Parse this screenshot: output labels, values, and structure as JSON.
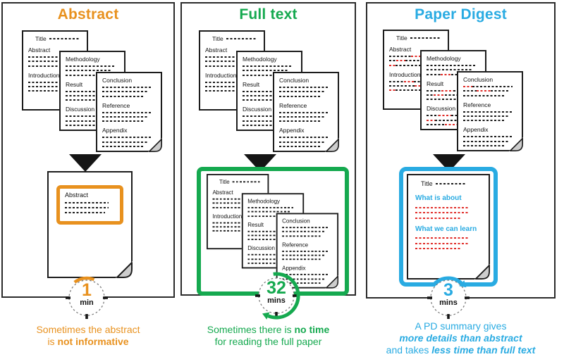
{
  "figure": {
    "columns": [
      {
        "key": "abstract",
        "title": "Abstract",
        "accent": "#E8911E",
        "stack_ref": "plain",
        "timer": {
          "value": "1",
          "unit": "min"
        },
        "result_doc": {
          "type": "abstract_only",
          "box_label": "Abstract",
          "box_lines": [
            "k",
            "k",
            "k"
          ]
        },
        "caption": {
          "lines": [
            [
              {
                "text": "Sometimes the abstract"
              }
            ],
            [
              {
                "text": "is "
              },
              {
                "text": "not informative",
                "bold": true
              }
            ]
          ]
        }
      },
      {
        "key": "fulltext",
        "title": "Full text",
        "accent": "#15A94F",
        "stack_ref": "plain",
        "timer": {
          "value": "32",
          "unit": "mins"
        },
        "result_doc": {
          "type": "full_stack"
        },
        "caption": {
          "lines": [
            [
              {
                "text": "Sometimes there is "
              },
              {
                "text": "no time",
                "bold": true
              }
            ],
            [
              {
                "text": "for reading the full paper"
              }
            ]
          ]
        }
      },
      {
        "key": "paper-digest",
        "title": "Paper Digest",
        "accent": "#29ABE2",
        "stack_ref": "highlight",
        "timer": {
          "value": "3",
          "unit": "mins"
        },
        "result_doc": {
          "type": "pd_summary",
          "title_label": "Title",
          "sections": [
            {
              "heading": "What is about",
              "lines": [
                "r",
                "r",
                "r"
              ]
            },
            {
              "heading": "What we can learn",
              "lines": [
                "r",
                "r",
                "r"
              ]
            }
          ]
        },
        "caption": {
          "lines": [
            [
              {
                "text": "A PD summary gives"
              }
            ],
            [
              {
                "text": "more details than abstract",
                "bold": true,
                "italic": true
              }
            ],
            [
              {
                "text": "and takes "
              },
              {
                "text": "less time than full text",
                "bold": true,
                "italic": true
              }
            ]
          ]
        }
      }
    ],
    "stacks": {
      "plain": {
        "pages": [
          {
            "title_row": "Title",
            "sections": [
              {
                "label": "Abstract",
                "lines": [
                  "k",
                  "k",
                  "k"
                ]
              },
              {
                "label": "Introduction",
                "lines": [
                  "k",
                  "k",
                  "k"
                ]
              }
            ]
          },
          {
            "sections": [
              {
                "label": "Methodology",
                "lines": [
                  "k",
                  "k",
                  "k"
                ]
              },
              {
                "label": "Result",
                "lines": [
                  "k",
                  "k",
                  "k"
                ]
              },
              {
                "label": "Discussion",
                "lines": [
                  "k",
                  "k",
                  "k"
                ]
              }
            ]
          },
          {
            "folded": true,
            "sections": [
              {
                "label": "Conclusion",
                "lines": [
                  "k",
                  "k",
                  "k"
                ]
              },
              {
                "label": "Reference",
                "lines": [
                  "k",
                  "k",
                  "k"
                ]
              },
              {
                "label": "Appendix",
                "lines": [
                  "k",
                  "k",
                  "k"
                ]
              }
            ]
          }
        ]
      },
      "highlight": {
        "pages": [
          {
            "title_row": "Title",
            "sections": [
              {
                "label": "Abstract",
                "lines": [
                  "k45 r20 k35",
                  "k15 r20 k65",
                  "r15 k85"
                ]
              },
              {
                "label": "Introduction",
                "lines": [
                  "k30 r20 k50",
                  "k55 r25 k20",
                  "r15 k85"
                ]
              }
            ]
          },
          {
            "sections": [
              {
                "label": "Methodology",
                "lines": [
                  "k",
                  "k",
                  "k35 r25 k40"
                ]
              },
              {
                "label": "Result",
                "lines": [
                  "k30 r25 k45",
                  "k15 r25 k60",
                  "k"
                ]
              },
              {
                "label": "Discussion",
                "lines": [
                  "k25 r25 k50",
                  "r18 k82",
                  "k45 r30 k25"
                ]
              }
            ]
          },
          {
            "folded": true,
            "sections": [
              {
                "label": "Conclusion",
                "lines": [
                  "r18 k82",
                  "k30 r30 k40",
                  "k"
                ]
              },
              {
                "label": "Reference",
                "lines": [
                  "k",
                  "k",
                  "k"
                ]
              },
              {
                "label": "Appendix",
                "lines": [
                  "k",
                  "k",
                  "k"
                ]
              }
            ]
          }
        ]
      }
    },
    "colors": {
      "line_black": "#1a1a1a",
      "line_red": "#E02B27",
      "fold_gray": "#cdcdcd",
      "frame": "#2b2b2b"
    },
    "icons": {
      "arrow_down": "solid-triangle-down",
      "timer": "dashed-circle-clock",
      "fold_corner": "dog-ear"
    }
  }
}
